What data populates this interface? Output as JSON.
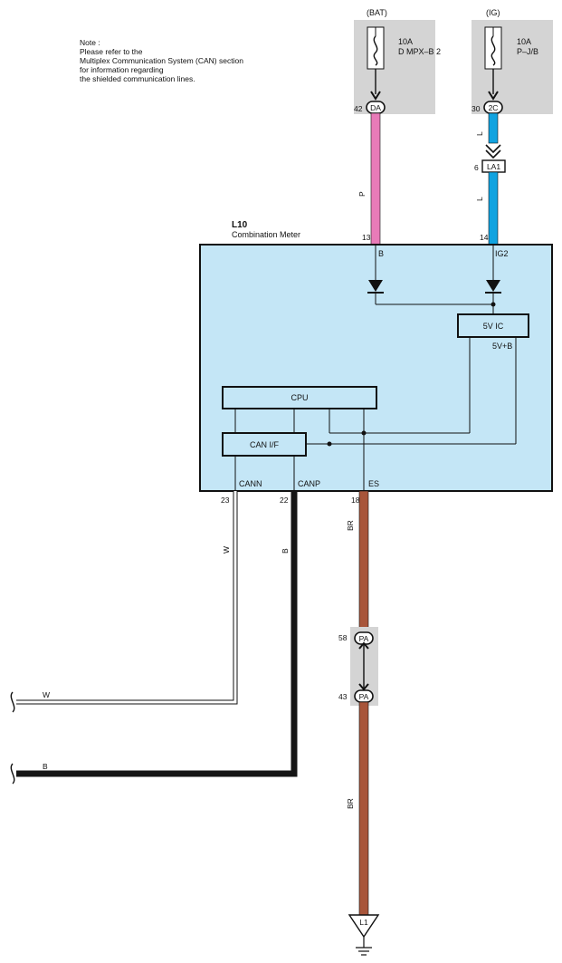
{
  "note": {
    "lines": [
      "Note :",
      "Please refer to the",
      "Multiplex Communication System (CAN) section",
      "for information regarding",
      "the shielded communication lines."
    ]
  },
  "fuses": [
    {
      "source": "(BAT)",
      "rating": "10A",
      "name": "D MPX–B 2",
      "pin": "42",
      "connector": "DA"
    },
    {
      "source": "(IG)",
      "rating": "10A",
      "name": "P–J/B",
      "pin": "30",
      "connector": "2C"
    }
  ],
  "junction_la1": {
    "pin": "6",
    "connector": "LA1"
  },
  "meter": {
    "id": "L10",
    "name": "Combination Meter",
    "top_pins": [
      {
        "pin": "13",
        "terminal": "B"
      },
      {
        "pin": "14",
        "terminal": "IG2"
      }
    ],
    "bottom_pins": [
      {
        "pin": "23",
        "terminal": "CANN"
      },
      {
        "pin": "22",
        "terminal": "CANP"
      },
      {
        "pin": "18",
        "terminal": "ES"
      }
    ],
    "blocks": {
      "cpu": "CPU",
      "can_if": "CAN I/F",
      "ic": "5V IC",
      "ic_out": "5V+B"
    }
  },
  "wires": {
    "bat_wire": "P",
    "ig_wire_upper": "L",
    "ig_wire_lower": "L",
    "cann_wire": "W",
    "canp_wire": "B",
    "es_wire_upper": "BR",
    "es_wire_lower": "BR",
    "cann_end": "W",
    "canp_end": "B"
  },
  "pa_connector": {
    "top_pin": "58",
    "bottom_pin": "43",
    "connector": "PA"
  },
  "ground": {
    "label": "L1"
  },
  "colors": {
    "pink_wire": "#e87bb8",
    "blue_wire": "#11a3e0",
    "brown_wire": "#a8553a",
    "black_wire": "#151515",
    "meter_fill": "#c4e6f6",
    "gray_box": "#d4d4d4"
  },
  "icons": [
    "fuse-icon",
    "diode-icon",
    "connector-arrow-icon",
    "ground-icon",
    "wire-break-icon"
  ]
}
